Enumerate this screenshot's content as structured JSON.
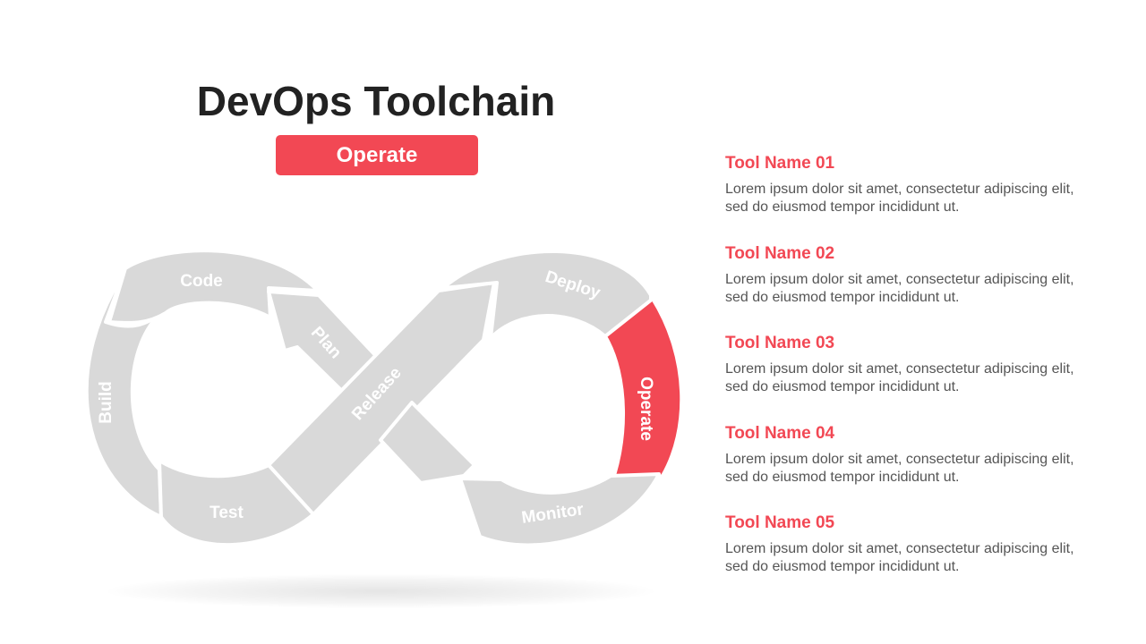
{
  "title": "DevOps Toolchain",
  "active_stage": "Operate",
  "colors": {
    "accent": "#f24854",
    "segment": "#d9d9d9",
    "title": "#222222",
    "text": "#555555"
  },
  "stages": {
    "code": "Code",
    "plan": "Plan",
    "build": "Build",
    "test": "Test",
    "release": "Release",
    "deploy": "Deploy",
    "operate": "Operate",
    "monitor": "Monitor"
  },
  "tools": [
    {
      "name": "Tool Name 01",
      "description": "Lorem ipsum dolor sit amet, consectetur adipiscing elit, sed do eiusmod tempor incididunt ut."
    },
    {
      "name": "Tool Name 02",
      "description": "Lorem ipsum dolor sit amet, consectetur adipiscing elit, sed do eiusmod tempor incididunt ut."
    },
    {
      "name": "Tool Name 03",
      "description": "Lorem ipsum dolor sit amet, consectetur adipiscing elit, sed do eiusmod tempor incididunt ut."
    },
    {
      "name": "Tool Name 04",
      "description": "Lorem ipsum dolor sit amet, consectetur adipiscing elit, sed do eiusmod tempor incididunt ut."
    },
    {
      "name": "Tool Name 05",
      "description": "Lorem ipsum dolor sit amet, consectetur adipiscing elit, sed do eiusmod tempor incididunt ut."
    }
  ]
}
